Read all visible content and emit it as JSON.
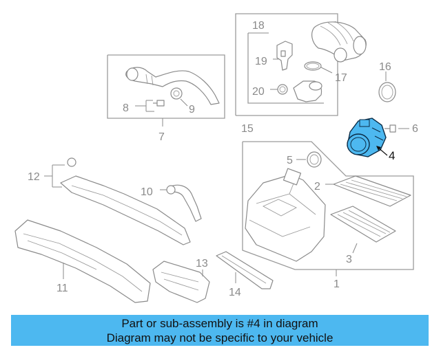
{
  "callouts": {
    "c1": "1",
    "c2": "2",
    "c3": "3",
    "c4": "4",
    "c5": "5",
    "c6": "6",
    "c7": "7",
    "c8": "8",
    "c9": "9",
    "c10": "10",
    "c11": "11",
    "c12": "12",
    "c13": "13",
    "c14": "14",
    "c15": "15",
    "c16": "16",
    "c17": "17",
    "c18": "18",
    "c19": "19",
    "c20": "20"
  },
  "highlight": {
    "part_number": "4",
    "color": "#4db8f0"
  },
  "banner": {
    "line1": "Part or sub-assembly is #4 in diagram",
    "line2": "Diagram may not be specific to your vehicle",
    "background": "#4db8f0"
  }
}
